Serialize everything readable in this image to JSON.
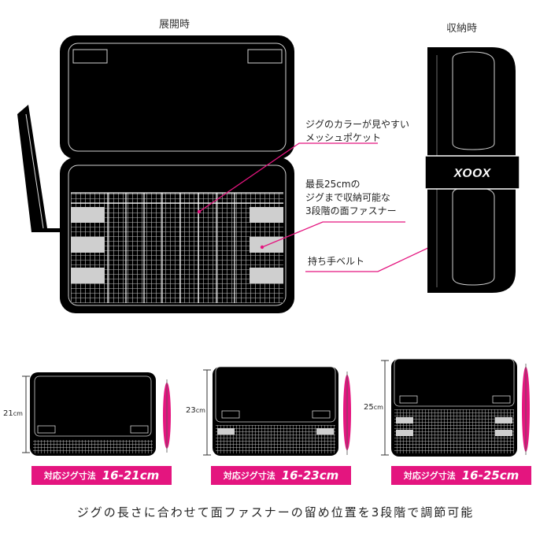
{
  "labels": {
    "open_state": "展開時",
    "stored_state": "収納時"
  },
  "callouts": {
    "mesh_pocket_line1": "ジグのカラーが見やすい",
    "mesh_pocket_line2": "メッシュポケット",
    "hook_loop_line1": "最長25cmの",
    "hook_loop_line2": "ジグまで収納可能な",
    "hook_loop_line3": "3段階の面ファスナー",
    "handle_belt": "持ち手ベルト"
  },
  "logo_text": "XOOX",
  "sizes": [
    {
      "height_value": "21",
      "unit": "cm",
      "badge_label": "対応ジグ寸法",
      "badge_value": "16-21cm"
    },
    {
      "height_value": "23",
      "unit": "cm",
      "badge_label": "対応ジグ寸法",
      "badge_value": "16-23cm"
    },
    {
      "height_value": "25",
      "unit": "cm",
      "badge_label": "対応ジグ寸法",
      "badge_value": "16-25cm"
    }
  ],
  "footer": "ジグの長さに合わせて面ファスナーの留め位置を3段階で調節可能",
  "colors": {
    "accent": "#e4157f",
    "case": "#000000",
    "mesh_gray": "#cfcfcf"
  }
}
